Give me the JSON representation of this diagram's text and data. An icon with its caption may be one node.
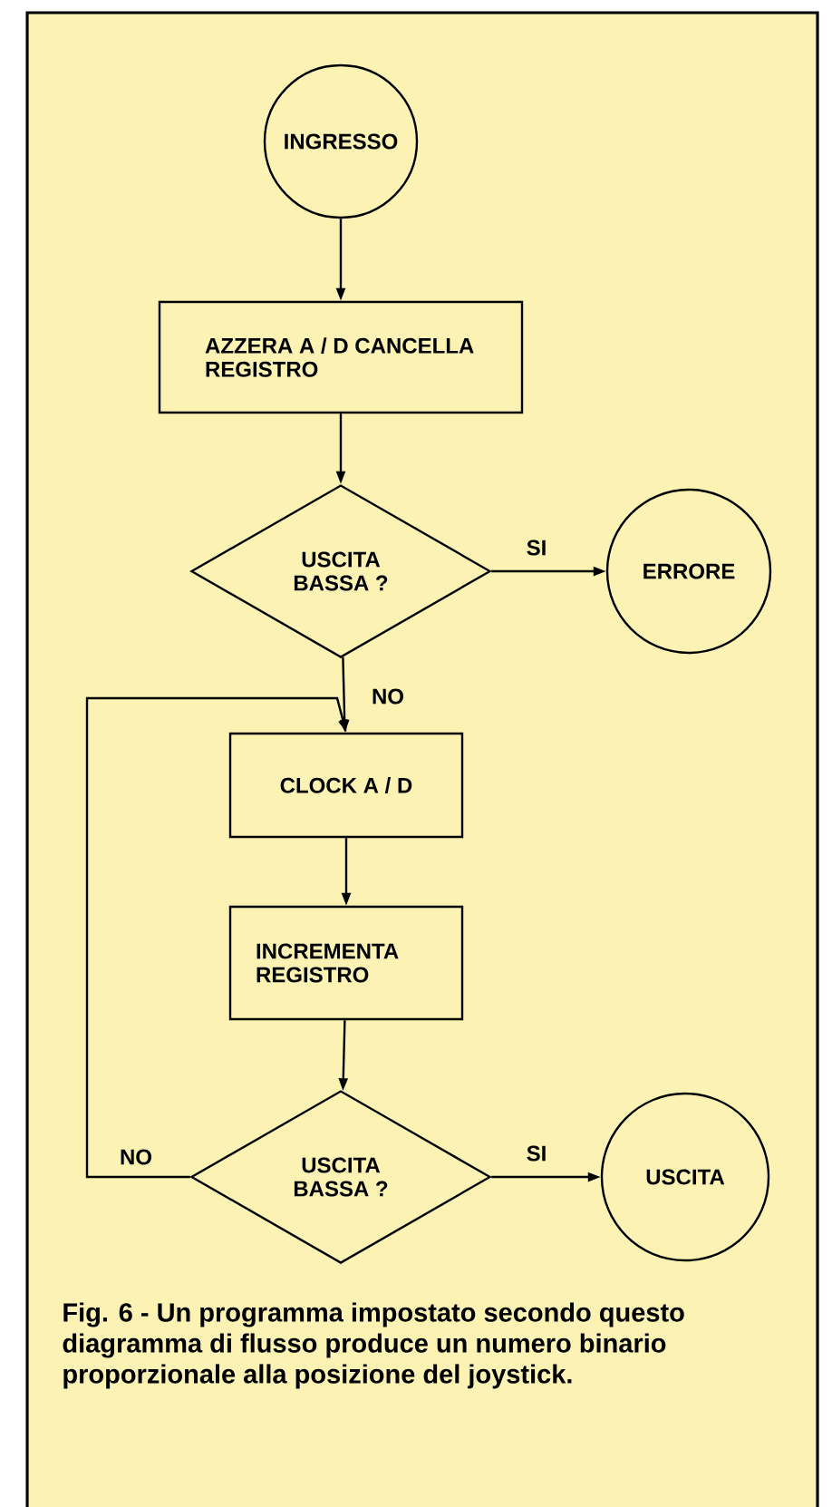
{
  "diagram": {
    "caption": "Fig. 6 - Un programma impostato secondo questo diagramma di flusso produce un numero binario proporzionale alla posizione del joystick.",
    "nodes": [
      {
        "text": [
          "INGRESSO"
        ]
      },
      {
        "text": [
          "AZZERA A / D CANCELLA REGISTRO"
        ]
      },
      {
        "text": [
          "USCITA BASSA ?"
        ]
      },
      {
        "text": [
          "ERRORE"
        ]
      },
      {
        "text": [
          "CLOCK A / D"
        ]
      },
      {
        "text": [
          "INCREMENTA REGISTRO"
        ]
      },
      {
        "text": [
          "USCITA BASSA ?"
        ]
      },
      {
        "text": [
          "USCITA"
        ]
      }
    ],
    "edges": [
      {
        "from": 0,
        "to": 1,
        "arrow": "to"
      },
      {
        "from": 1,
        "to": 2,
        "arrow": "to"
      },
      {
        "from": 2,
        "to": 3,
        "arrow": "to",
        "label": "SI"
      },
      {
        "from": 2,
        "to": 4,
        "arrow": "to",
        "label": "NO"
      },
      {
        "from": 4,
        "to": 5,
        "arrow": "to"
      },
      {
        "from": 5,
        "to": 6,
        "arrow": "to"
      },
      {
        "from": 6,
        "to": 7,
        "arrow": "to",
        "label": "SI"
      },
      {
        "from": 6,
        "to": 4,
        "arrow": "to",
        "label": "NO"
      }
    ]
  }
}
